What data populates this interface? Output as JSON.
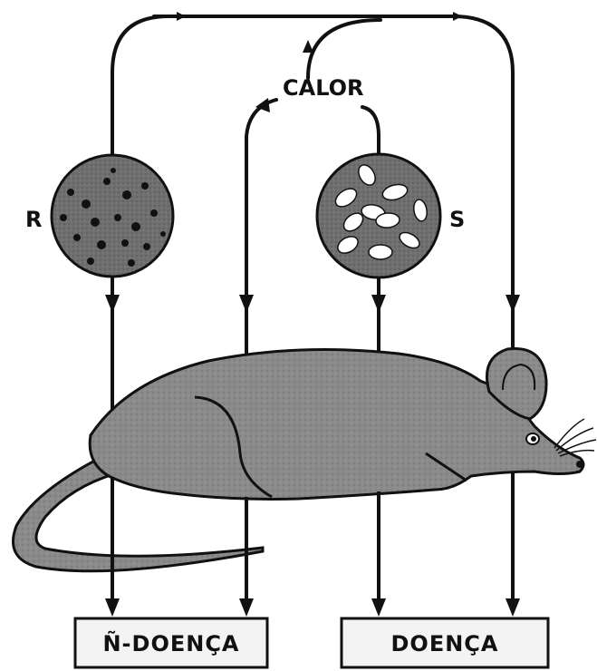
{
  "labels": {
    "heat": "CALOR",
    "strain_r": "R",
    "strain_s": "S"
  },
  "outcomes": {
    "no_disease": "Ñ-DOENÇA",
    "disease": "DOENÇA"
  },
  "colors": {
    "ink": "#111111",
    "dish": "#7a7a7a",
    "mouse": "#8a8a8a",
    "box": "#f4f4f4"
  }
}
